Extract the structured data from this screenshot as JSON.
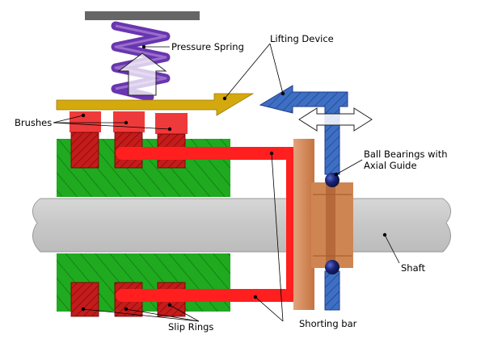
{
  "labels": {
    "pressure_spring": "Pressure Spring",
    "lifting_device": "Lifting Device",
    "brushes": "Brushes",
    "ball_bearings_line1": "Ball Bearings with",
    "ball_bearings_line2": "Axial Guide",
    "shaft": "Shaft",
    "slip_rings": "Slip Rings",
    "shorting_bar": "Shorting bar"
  },
  "colors": {
    "spring": "#6a35b0",
    "spring_light": "#b596dd",
    "rail": "#d4a90f",
    "brush": "#ee3a3a",
    "slip_ring": "#c41b1b",
    "rotor_core": "#1faa1f",
    "conductor": "#ff1f1f",
    "hub": "#cf8552",
    "lifting_device": "#3d6fc4",
    "bearing_ball": "#151d63",
    "shaft": "#cccccc",
    "top_bar": "#666666"
  }
}
